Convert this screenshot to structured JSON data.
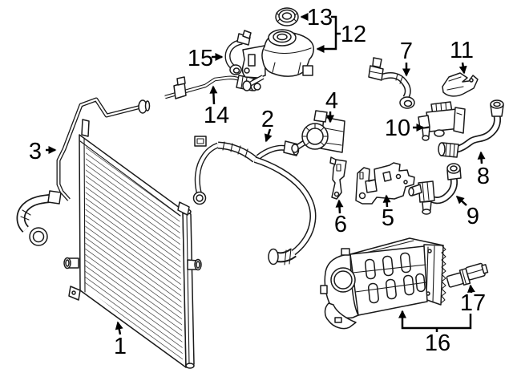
{
  "figure": {
    "type": "exploded-parts-line-diagram",
    "background_color": "#ffffff",
    "line_color": "#1a1a1a",
    "callout_color": "#000000"
  },
  "callouts": [
    {
      "label": "1",
      "part": "radiator"
    },
    {
      "label": "2",
      "part": "radiator-hose"
    },
    {
      "label": "3",
      "part": "coolant-pipe"
    },
    {
      "label": "4",
      "part": "auxiliary-water-pump"
    },
    {
      "label": "5",
      "part": "mounting-bracket-plate"
    },
    {
      "label": "6",
      "part": "support-bracket-strap"
    },
    {
      "label": "7",
      "part": "hose-with-quick-connector"
    },
    {
      "label": "8",
      "part": "coolant-hose"
    },
    {
      "label": "9",
      "part": "elbow-hose"
    },
    {
      "label": "10",
      "part": "changeover-valve"
    },
    {
      "label": "11",
      "part": "retaining-clip"
    },
    {
      "label": "12",
      "part": "coolant-expansion-tank"
    },
    {
      "label": "13",
      "part": "expansion-tank-cap"
    },
    {
      "label": "14",
      "part": "vent-pipe"
    },
    {
      "label": "15",
      "part": "vent-hose"
    },
    {
      "label": "16",
      "part": "charge-air-cooler"
    },
    {
      "label": "17",
      "part": "sensor"
    }
  ]
}
